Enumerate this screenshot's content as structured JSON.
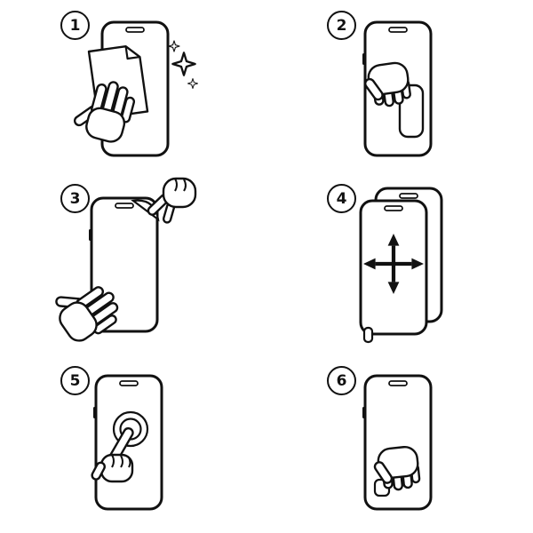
{
  "page": {
    "background_color": "#ffffff",
    "line_color": "#111111",
    "description_icons": [
      "clean-screen-illustration",
      "remove-film-layer-illustration",
      "peel-corner-illustration",
      "align-protector-illustration",
      "press-center-illustration",
      "smooth-surface-illustration"
    ]
  },
  "steps": [
    {
      "number": "1",
      "icon": "clean-screen-illustration"
    },
    {
      "number": "2",
      "icon": "remove-film-layer-illustration"
    },
    {
      "number": "3",
      "icon": "peel-corner-illustration"
    },
    {
      "number": "4",
      "icon": "align-protector-illustration"
    },
    {
      "number": "5",
      "icon": "press-center-illustration"
    },
    {
      "number": "6",
      "icon": "smooth-surface-illustration"
    }
  ]
}
